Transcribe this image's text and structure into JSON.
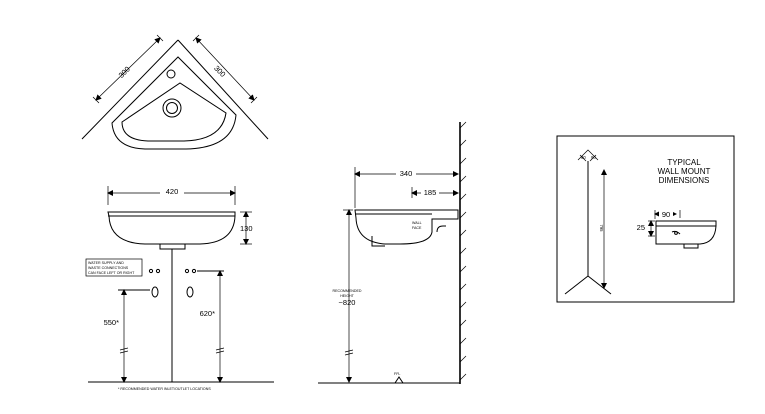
{
  "top_view": {
    "dim_left": "300",
    "dim_right": "300"
  },
  "front_view": {
    "width": "420",
    "height": "130",
    "supply_note_lines": [
      "WATER      SUPPLY   AND",
      "WASTE    CONNECTIONS",
      "CAN FACE LEFT OR RIGHT"
    ],
    "supply_height": "550*",
    "waste_height": "620*",
    "footnote": "* RECOMMENDED WATER INLET/OUTLET LOCATIONS"
  },
  "side_view": {
    "depth": "340",
    "wall_offset": "185",
    "wall_face_lines": [
      "WALL",
      "FACE"
    ],
    "recommended_height_lines": [
      "RECOMMENDED",
      "HEIGHT"
    ],
    "recommended_height_value": "~820",
    "floor_label": "FFL"
  },
  "wall_mount_detail": {
    "title_lines": [
      "TYPICAL",
      "WALL MOUNT",
      "DIMENSIONS"
    ],
    "angle_left": "90",
    "angle_right": "90",
    "height": "795",
    "offset": "90",
    "depth": "25"
  }
}
